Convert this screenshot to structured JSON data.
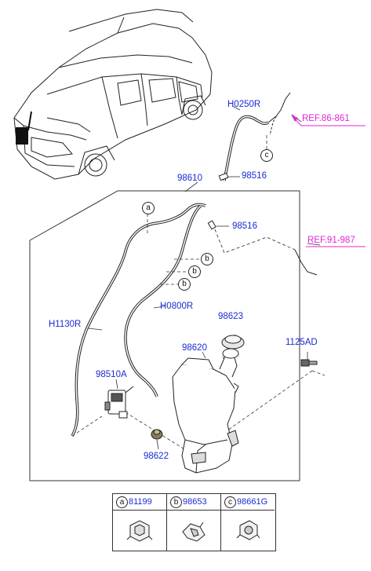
{
  "parts": {
    "p_h0250r": "H0250R",
    "p_98610": "98610",
    "p_98516_top": "98516",
    "p_98516_mid": "98516",
    "p_h1130r": "H1130R",
    "p_h0800r": "H0800R",
    "p_98623": "98623",
    "p_98620": "98620",
    "p_1125ad": "1125AD",
    "p_98510a": "98510A",
    "p_98622": "98622"
  },
  "references": {
    "ref_top": "REF.86-861",
    "ref_mid": "REF.91-987"
  },
  "callouts": {
    "a": "a",
    "b": "b",
    "c": "c"
  },
  "legend": [
    {
      "letter": "a",
      "code": "81199"
    },
    {
      "letter": "b",
      "code": "98653"
    },
    {
      "letter": "c",
      "code": "98661G"
    }
  ],
  "colors": {
    "part_label": "#1a2bd1",
    "reference_label": "#e026d9",
    "line": "#222222"
  }
}
